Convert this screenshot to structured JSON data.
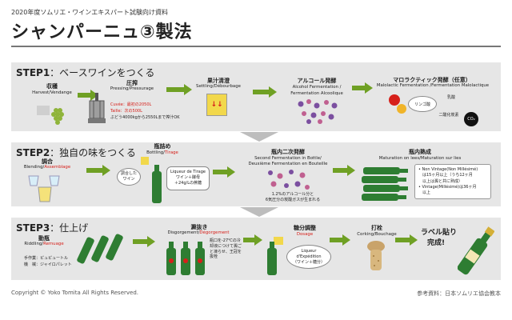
{
  "header": {
    "subtitle": "2020年度ソムリエ・ワインエキスパート試験向け資料",
    "title": "シャンパーニュ③製法"
  },
  "step1": {
    "step": "STEP1",
    "label": "：ベースワインをつくる",
    "harvest": {
      "title": "収穫",
      "sub": "Harvest/Vendange"
    },
    "press": {
      "title": "圧搾",
      "sub": "Pressing/Pressurage",
      "cuvee": "Cuvée：最初の2050L",
      "taille": "Taille：次の500L",
      "note": "ぶどう4000kgから2550Lまで搾汁OK"
    },
    "settling": {
      "title": "果汁清澄",
      "sub": "Settling/Débourbage"
    },
    "alcohol": {
      "title": "アルコール発酵",
      "sub1": "Alcohol Fermentation /",
      "sub2": "Fermentation Alcoolique"
    },
    "malo": {
      "title": "マロラクティック発酵（任意）",
      "sub": "Malolactic Fermentation /Fermentation Malolactique",
      "apple": "リンゴ酸",
      "lactic": "乳酸",
      "co2_gas": "二酸化炭素",
      "co2": "CO₂"
    }
  },
  "step2": {
    "step": "STEP2",
    "label": "：独自の味をつくる",
    "blend": {
      "title": "調合",
      "sub_a": "Blending/",
      "sub_b": "Assemblage"
    },
    "bottling": {
      "title": "瓶詰め",
      "sub_a": "Bottling/",
      "sub_b": "Tirage",
      "bubble": "調合した\nワイン",
      "liqueur_title": "Liqueur de Tirage",
      "liqueur_1": "ワイン＋酵母",
      "liqueur_2": "＋24g/Lの蔗糖"
    },
    "second": {
      "title": "瓶内二次発酵",
      "sub1": "Second Fermentation in Bottle/",
      "sub2": "Deuxième Fermentation en Bouteille",
      "note1": "1.2%のアルコール分と",
      "note2": "6気圧分の炭酸ガスが生まれる"
    },
    "aging": {
      "title": "瓶内熟成",
      "sub": "Maturation on lees/Maturation sur lies",
      "nv1": "Non Vintage(Non Millésimé)",
      "nv2": "は15ヶ月以上（うち12ヶ月",
      "nv3": "以上は澱と共に熟成）",
      "v1": "Vintage(Millésimé)は36ヶ月",
      "v2": "以上"
    }
  },
  "step3": {
    "step": "STEP3",
    "label": "：仕上げ",
    "riddling": {
      "title": "動瓶",
      "sub_a": "Riddling/",
      "sub_b": "Remuage",
      "hand": "手作業：ピュピュートル",
      "machine": "機　械：ジャイロパレット"
    },
    "disg": {
      "title": "澱抜き",
      "sub_a": "Disgorgement/",
      "sub_b": "Dégorgement",
      "note": "瓶口を-27℃の冷却液につけて澱ごと凍らせ、王冠を抜栓"
    },
    "dosage": {
      "title": "糖分調整",
      "sub": "Dosage",
      "liqueur1": "Liqueur",
      "liqueur2": "d'Expédition",
      "liqueur3": "（ワイン＋糖分）"
    },
    "cork": {
      "title": "打栓",
      "sub": "Corking/Bouchage"
    },
    "label_done": {
      "title1": "ラベル貼り",
      "title2": "完成!"
    }
  },
  "footer": {
    "copyright": "Copyright © Yoko Tomita All Rights Reserved.",
    "ref": "参考資料：日本ソムリエ協会教本"
  },
  "colors": {
    "accent_red": "#d6201a",
    "arrow_green": "#6fa024",
    "band_gray": "#e6e6e6",
    "bottle_green": "#2e7d32"
  }
}
